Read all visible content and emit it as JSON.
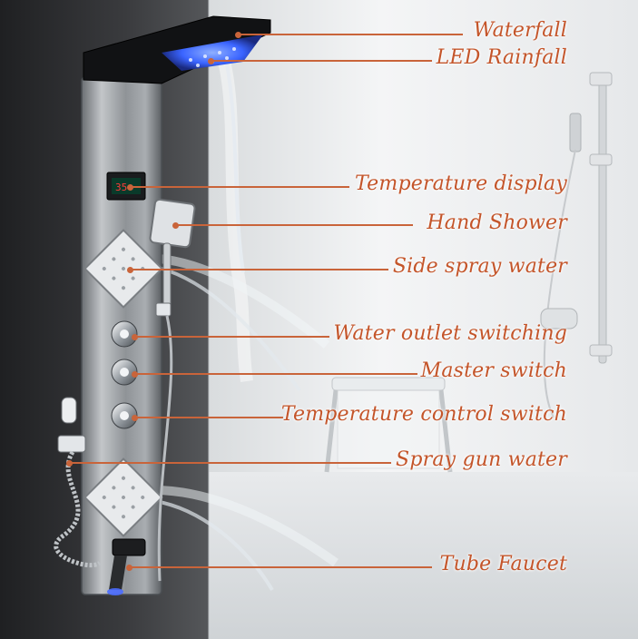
{
  "callouts": [
    {
      "label": "Waterfall"
    },
    {
      "label": "LED Rainfall"
    },
    {
      "label": "Temperature display"
    },
    {
      "label": "Hand Shower"
    },
    {
      "label": "Side spray water"
    },
    {
      "label": "Water outlet switching"
    },
    {
      "label": "Master switch"
    },
    {
      "label": "Temperature control switch"
    },
    {
      "label": "Spray gun water"
    },
    {
      "label": "Tube Faucet"
    }
  ],
  "colors": {
    "label_text": "#c4552a",
    "leader_line": "#c9643a",
    "panel_steel": "#8e9296",
    "led_glow": "#3a64ff",
    "wall_dark": "#2a2b2d",
    "wall_light": "#eef0f1"
  }
}
